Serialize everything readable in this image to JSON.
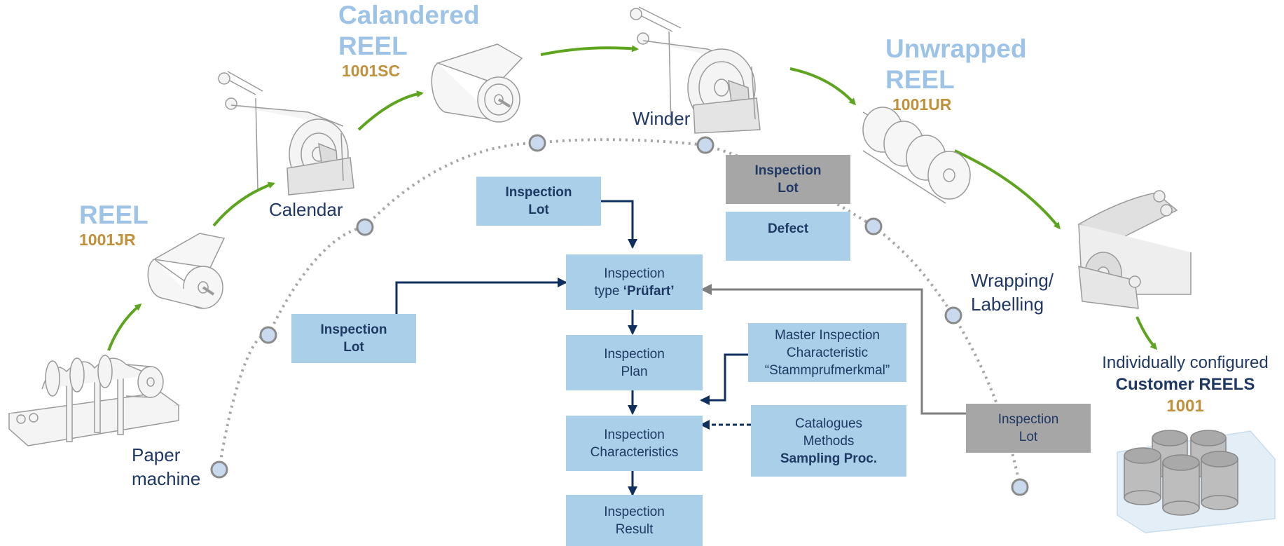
{
  "stations": {
    "paper_machine": [
      "Paper",
      "machine"
    ],
    "calendar": "Calendar",
    "winder": "Winder",
    "wrapping": [
      "Wrapping/",
      "Labelling"
    ]
  },
  "reels": {
    "reel": {
      "title": "REEL",
      "code": "1001JR"
    },
    "calandered": {
      "title": [
        "Calandered",
        "REEL"
      ],
      "code": "1001SC"
    },
    "unwrapped": {
      "title": [
        "Unwrapped",
        "REEL"
      ],
      "code": "1001UR"
    }
  },
  "customer": {
    "line1": "Individually configured",
    "line2": "Customer REELS",
    "code": "1001"
  },
  "boxes": {
    "lot_top": [
      "Inspection",
      "Lot"
    ],
    "lot_left": [
      "Inspection",
      "Lot"
    ],
    "lot_winder": [
      "Inspection",
      "Lot"
    ],
    "defect": "Defect",
    "lot_right": [
      "Inspection",
      "Lot"
    ],
    "inspection_type": {
      "line1": "Inspection",
      "line2_prefix": "type ",
      "line2_bold": "‘Prüfart’"
    },
    "plan": [
      "Inspection",
      "Plan"
    ],
    "characteristics": [
      "Inspection",
      "Characteristics"
    ],
    "result": [
      "Inspection",
      "Result"
    ],
    "master": [
      "Master Inspection",
      "Characteristic",
      "“Stammprufmerkmal”"
    ],
    "catalogues": [
      "Catalogues",
      "Methods",
      "Sampling Proc."
    ]
  },
  "colors": {
    "station_text": "#1f3864",
    "reel_title": "#9dc3e6",
    "reel_code": "#c0903a",
    "box_blue": "#a9d0e8",
    "box_grey": "#a6a6a6",
    "flow_arrow": "#5ea51f",
    "process_arrow": "#0f2f5e",
    "feedback_arrow": "#7f7f7f",
    "dot_fill": "#c9daef",
    "dot_stroke": "#8a8a8a",
    "dotted_arc": "#a6a6a6"
  },
  "icons": [
    "paper-machine-icon",
    "calendar-machine-icon",
    "reel-icon",
    "winder-machine-icon",
    "unwrapped-reel-icon",
    "wrapping-machine-icon",
    "customer-reels-icon"
  ]
}
